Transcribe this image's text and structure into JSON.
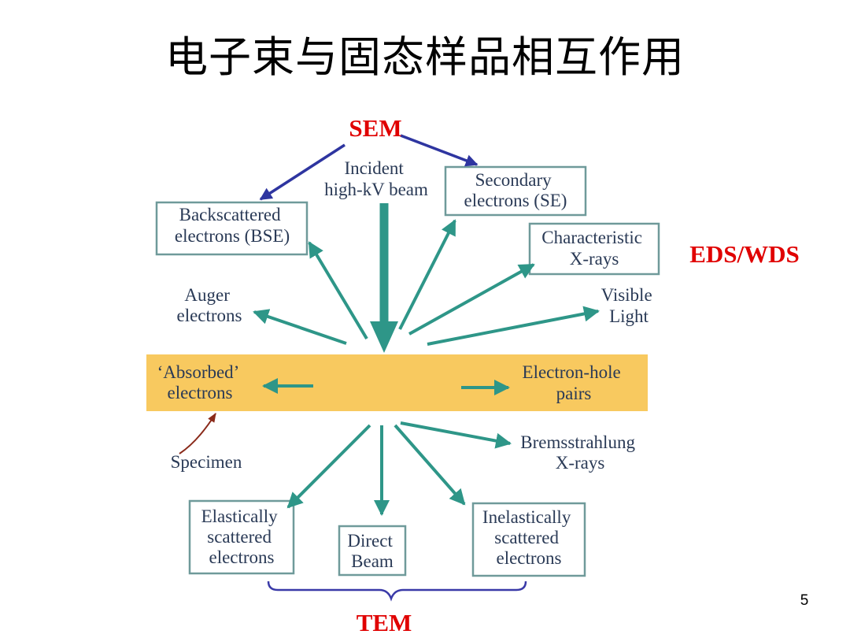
{
  "title": "电子束与固态样品相互作用",
  "page_number": "5",
  "colors": {
    "accent_red": "#e00000",
    "arrow_teal": "#2e9688",
    "arrow_blue": "#2e35a0",
    "specimen_band": "#f8c95f",
    "box_border": "#6f9a9a"
  },
  "labels": {
    "sem": "SEM",
    "tem": "TEM",
    "eds_wds": "EDS/WDS",
    "incident": [
      "Incident",
      "high-kV beam"
    ],
    "secondary": [
      "Secondary",
      "electrons (SE)"
    ],
    "backscattered": [
      "Backscattered",
      "electrons (BSE)"
    ],
    "characteristic": [
      "Characteristic",
      "X-rays"
    ],
    "auger": [
      "Auger",
      "electrons"
    ],
    "visible": [
      "Visible",
      "Light"
    ],
    "absorbed": [
      "‘Absorbed’",
      "electrons"
    ],
    "electron_hole": [
      "Electron-hole",
      "pairs"
    ],
    "specimen": "Specimen",
    "brems": [
      "Bremsstrahlung",
      "X-rays"
    ],
    "elastic": [
      "Elastically",
      "scattered",
      "electrons"
    ],
    "direct": [
      "Direct",
      "Beam"
    ],
    "inelastic": [
      "Inelastically",
      "scattered",
      "electrons"
    ]
  }
}
